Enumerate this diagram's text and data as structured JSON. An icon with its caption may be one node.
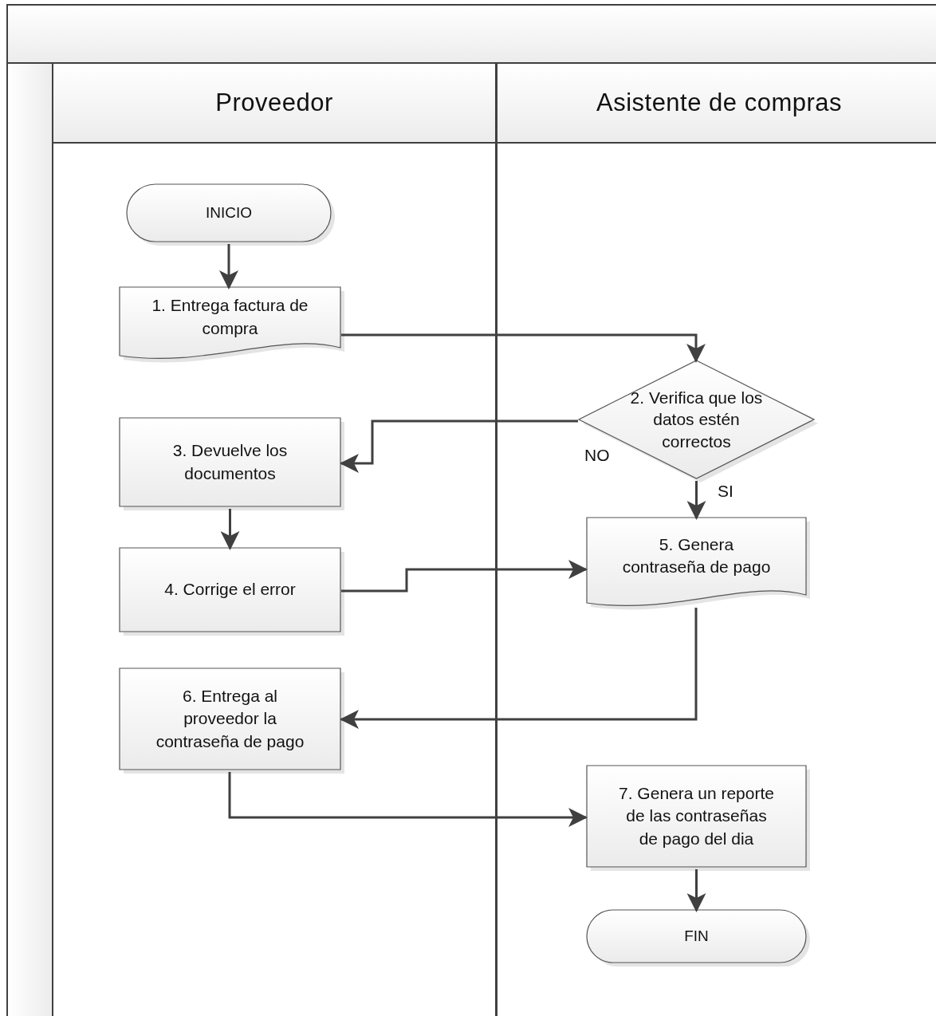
{
  "diagram": {
    "nodes": [
      {
        "text": [],
        "shape": "box"
      },
      {
        "text": [
          "Proveedor"
        ],
        "in": 0
      },
      {
        "text": [
          "Asistente de compras"
        ],
        "in": 0
      },
      {
        "text": [
          "INICIO"
        ],
        "in": 1
      },
      {
        "text": [
          "1. Entrega factura de compra"
        ],
        "in": 1
      },
      {
        "text": [
          "2. Verifica que los datos estén correctos"
        ],
        "in": 2
      },
      {
        "text": [
          "3. Devuelve los documentos"
        ],
        "in": 1
      },
      {
        "text": [
          "4. Corrige el error"
        ],
        "in": 1
      },
      {
        "text": [
          "5. Genera contraseña de pago"
        ],
        "in": 2
      },
      {
        "text": [
          "6. Entrega al proveedor la contraseña de pago"
        ],
        "in": 1
      },
      {
        "text": [
          "7. Genera un reporte de las contraseñas de pago del dia"
        ],
        "in": 2
      },
      {
        "text": [
          "FIN"
        ],
        "in": 2
      }
    ],
    "edges": [
      {
        "from": 3,
        "to": 4,
        "arrow": "to"
      },
      {
        "from": 4,
        "to": 5,
        "arrow": "to"
      },
      {
        "from": 5,
        "to": 6,
        "arrow": "to",
        "label": "NO"
      },
      {
        "from": 5,
        "to": 8,
        "arrow": "to",
        "label": "SI"
      },
      {
        "from": 6,
        "to": 7,
        "arrow": "to"
      },
      {
        "from": 7,
        "to": 8,
        "arrow": "to"
      },
      {
        "from": 8,
        "to": 9,
        "arrow": "to"
      },
      {
        "from": 9,
        "to": 10,
        "arrow": "to"
      },
      {
        "from": 10,
        "to": 11,
        "arrow": "to"
      }
    ]
  }
}
